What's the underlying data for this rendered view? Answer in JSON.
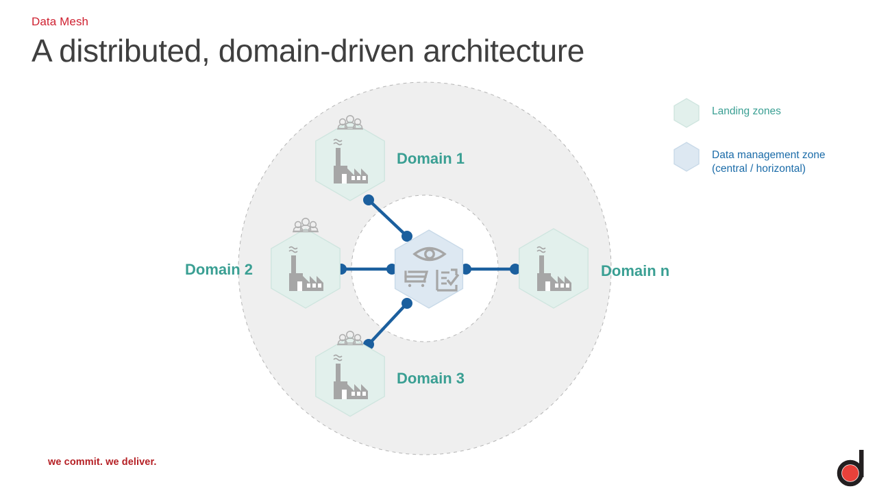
{
  "header": {
    "eyebrow": "Data Mesh",
    "title": "A distributed, domain-driven architecture"
  },
  "diagram": {
    "name": "data-mesh-architecture-diagram",
    "outer_zone_label": "domain landing zones ring",
    "inner_zone_label": "central data management zone",
    "domains": [
      {
        "id": "domain-1",
        "label": "Domain 1",
        "icon": "factory-icon",
        "team_icon": "people-group-icon",
        "has_team": true
      },
      {
        "id": "domain-2",
        "label": "Domain 2",
        "icon": "factory-icon",
        "team_icon": "people-group-icon",
        "has_team": true
      },
      {
        "id": "domain-3",
        "label": "Domain 3",
        "icon": "factory-icon",
        "team_icon": "people-group-icon",
        "has_team": true
      },
      {
        "id": "domain-n",
        "label": "Domain n",
        "icon": "factory-icon",
        "team_icon": "",
        "has_team": false
      }
    ],
    "center": {
      "name": "central-data-management-hexagon",
      "icons": [
        "eye-icon",
        "shopping-cart-icon",
        "checklist-icon"
      ]
    },
    "connector_count": 4
  },
  "legend": {
    "items": [
      {
        "id": "landing-zones",
        "label": "Landing zones",
        "swatch": "hexagon-mint",
        "color": "#3a9f93",
        "fill": "#e2f0ec"
      },
      {
        "id": "data-management-zone",
        "label": "Data management zone\n(central / horizontal)",
        "swatch": "hexagon-blue",
        "color": "#1a6ba8",
        "fill": "#dde8f2"
      }
    ]
  },
  "footer": {
    "tagline": "we commit. we deliver.",
    "logo_name": "company-logo-d"
  },
  "colors": {
    "accent_red": "#cf2030",
    "tagline_red": "#b52025",
    "teal": "#3a9f93",
    "blue": "#1a6ba8",
    "connector_blue": "#1b5f9e",
    "hex_mint_fill": "#e2f0ec",
    "hex_mint_stroke": "#cfe5df",
    "hex_blue_fill": "#dde8f2",
    "hex_blue_stroke": "#c8d9e8",
    "zone_gray": "#efefef",
    "dash_gray": "#b4b4b4",
    "icon_gray": "#a6a6a6",
    "title_gray": "#3f3f3f"
  }
}
